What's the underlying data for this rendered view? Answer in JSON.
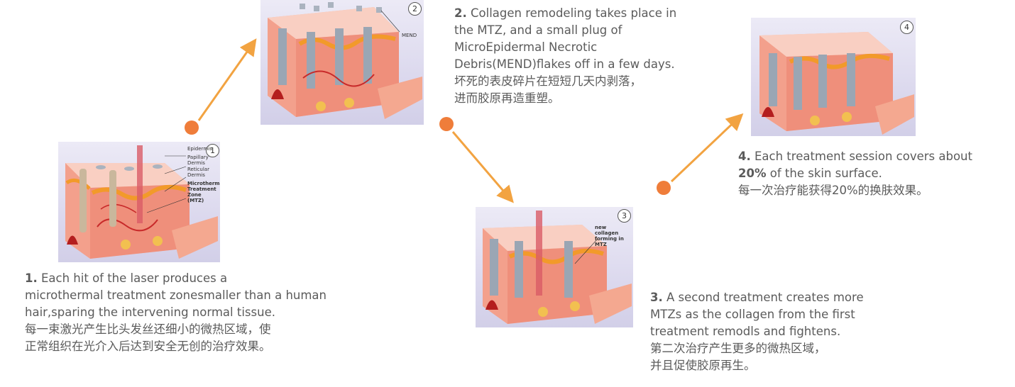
{
  "colors": {
    "arrow": "#f2a341",
    "dot": "#ef7d3a",
    "text": "#5b5b5b"
  },
  "panels": [
    {
      "badge": "1",
      "labels": {
        "epidermis": "Epidermis",
        "papillary": "Papillary Dermis",
        "reticular": "Reticular Dermis",
        "mtz": "Microthermal Treatment Zone (MTZ)"
      }
    },
    {
      "badge": "2",
      "labels": {
        "mend": "MEND"
      }
    },
    {
      "badge": "3",
      "labels": {
        "collagen": "new collagen forming in MTZ"
      }
    },
    {
      "badge": "4",
      "labels": {}
    }
  ],
  "steps": [
    {
      "num": "1.",
      "en_lines": [
        "Each hit of the laser produces a",
        "microthermal treatment zonesmaller  than a human",
        "hair,sparing the intervening  normal tissue."
      ],
      "zh_lines": [
        "每一束激光产生比头发丝还细小的微热区域，使",
        "正常组织在光介入后达到安全无创的治疗效果。"
      ]
    },
    {
      "num": "2.",
      "en_lines": [
        "Collagen remodeling takes place in",
        "the  MTZ, and a small plug of",
        "MicroEpidermal Necrotic",
        "Debris(MEND)flakes off in a few days."
      ],
      "zh_lines": [
        "坏死的表皮碎片在短短几天内剥落，",
        "进而胶原再造重塑。"
      ]
    },
    {
      "num": "3.",
      "en_lines": [
        "A second treatment creates more",
        "MTZs  as the collagen from the first",
        "treatment  remodls and fightens."
      ],
      "zh_lines": [
        "第二次治疗产生更多的微热区域，",
        "并且促使胶原再生。"
      ]
    },
    {
      "num": "4.",
      "en_lines": [
        "Each treatment session covers about"
      ],
      "en_bold": "20%",
      "en_after": "  of the skin surface.",
      "zh_lines": [
        "每一次治疗能获得20%的换肤效果。"
      ]
    }
  ]
}
